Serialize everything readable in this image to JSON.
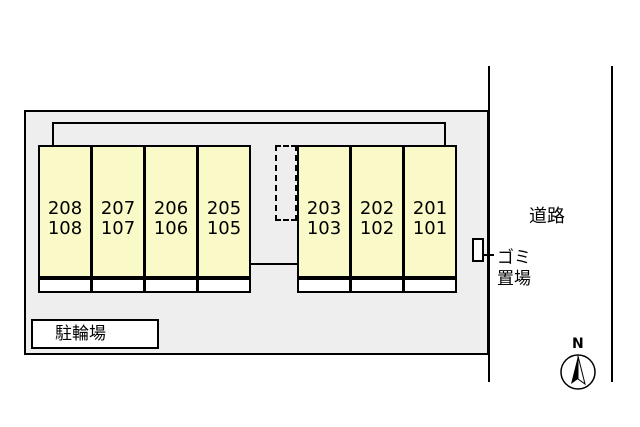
{
  "units": [
    {
      "upper": "208",
      "lower": "108"
    },
    {
      "upper": "207",
      "lower": "107"
    },
    {
      "upper": "206",
      "lower": "106"
    },
    {
      "upper": "205",
      "lower": "105"
    },
    {
      "upper": "203",
      "lower": "103"
    },
    {
      "upper": "202",
      "lower": "102"
    },
    {
      "upper": "201",
      "lower": "101"
    }
  ],
  "labels": {
    "road": "道路",
    "garbage_line1": "ゴミ",
    "garbage_line2": "置場",
    "bicycle_parking": "駐輪場",
    "north": "N"
  },
  "colors": {
    "unit_fill": "#fafac8",
    "site_fill": "#eeeeee"
  },
  "icons": {
    "compass": "north-arrow-icon"
  }
}
